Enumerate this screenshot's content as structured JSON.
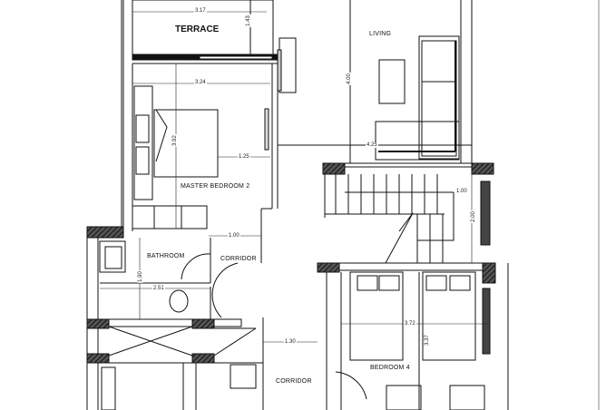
{
  "drawing": {
    "type": "architectural floor plan",
    "rooms": [
      {
        "id": "terrace",
        "label": "TERRACE"
      },
      {
        "id": "living",
        "label": "LIVING"
      },
      {
        "id": "master_bedroom_2",
        "label": "MASTER BEDROOM 2"
      },
      {
        "id": "bathroom",
        "label": "BATHROOM"
      },
      {
        "id": "corridor_upper",
        "label": "CORRIDOR"
      },
      {
        "id": "corridor_lower",
        "label": "CORRIDOR"
      },
      {
        "id": "bedroom_4",
        "label": "BEDROOM 4"
      }
    ],
    "dimensions": {
      "terrace_width": "3.17",
      "terrace_depth": "1.43",
      "master_width": "3.24",
      "master_depth": "3.92",
      "master_bed_clearance": "1.25",
      "living_depth": "4.00",
      "living_width": "4.25",
      "corridor_width": "1.00",
      "bathroom_width": "2.51",
      "bathroom_depth": "1.90",
      "stair_landing": "1.00",
      "stair_depth": "2.00",
      "corridor_lower_width": "1.30",
      "bedroom4_width": "3.72",
      "bedroom4_depth": "3.37"
    },
    "colors": {
      "line": "#111111",
      "background": "#ffffff",
      "hatch": "#333333"
    }
  }
}
